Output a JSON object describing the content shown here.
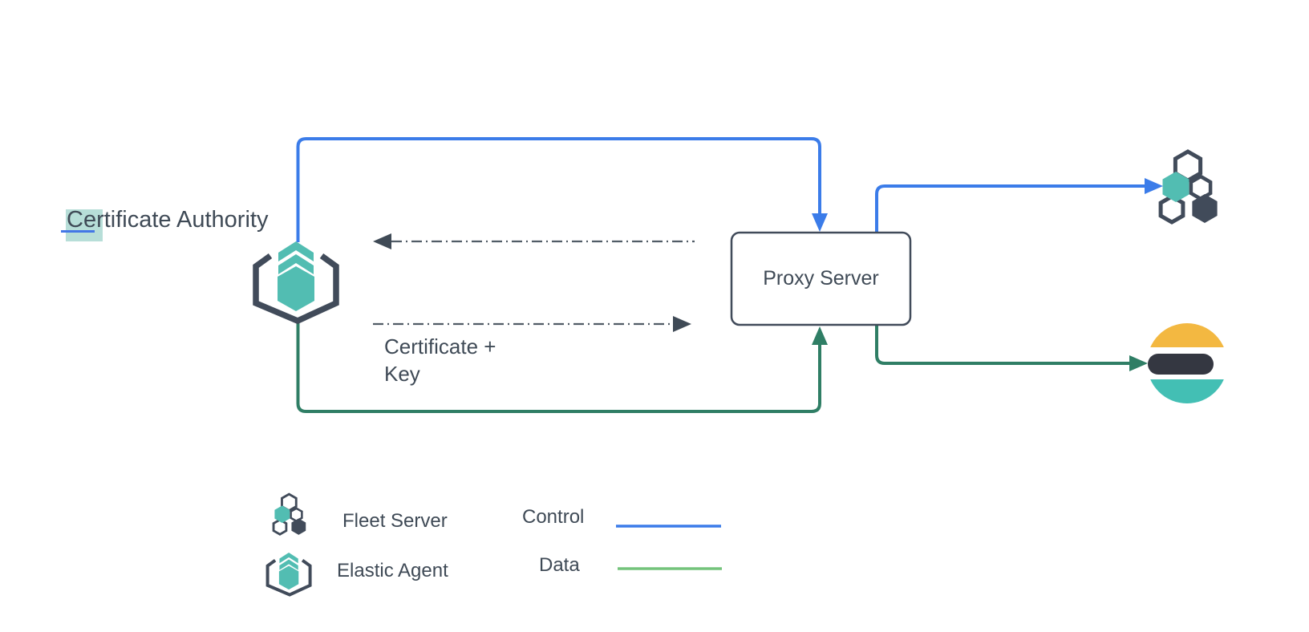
{
  "labels": {
    "certificate_authority": "Certificate Authority",
    "proxy_server": "Proxy Server",
    "certificate_key": [
      "Certificate +",
      "Key"
    ]
  },
  "legend": {
    "items": [
      {
        "icon": "fleet-server-icon",
        "label": "Fleet Server"
      },
      {
        "icon": "elastic-agent-icon",
        "label": "Elastic Agent"
      }
    ],
    "line_keys": [
      {
        "label": "Control",
        "color": "#3b7ce9"
      },
      {
        "label": "Data",
        "color": "#74c37b"
      }
    ]
  },
  "icons": [
    "elastic-agent-icon",
    "fleet-server-icon",
    "elasticsearch-icon"
  ],
  "colors": {
    "control-blue": "#3b7ce9",
    "data-green": "#2f7e65",
    "legend-data-green": "#74c37b",
    "accent-teal": "#52bdb2",
    "outline-dark": "#414b5a",
    "text-dark": "#3f4a56",
    "dash-gray": "#515c66",
    "es-yellow": "#f3b841",
    "es-teal": "#43bfb4",
    "es-dark": "#343741",
    "selection-teal": "#9fd3cb",
    "selection-underline-blue": "#4377e6"
  }
}
